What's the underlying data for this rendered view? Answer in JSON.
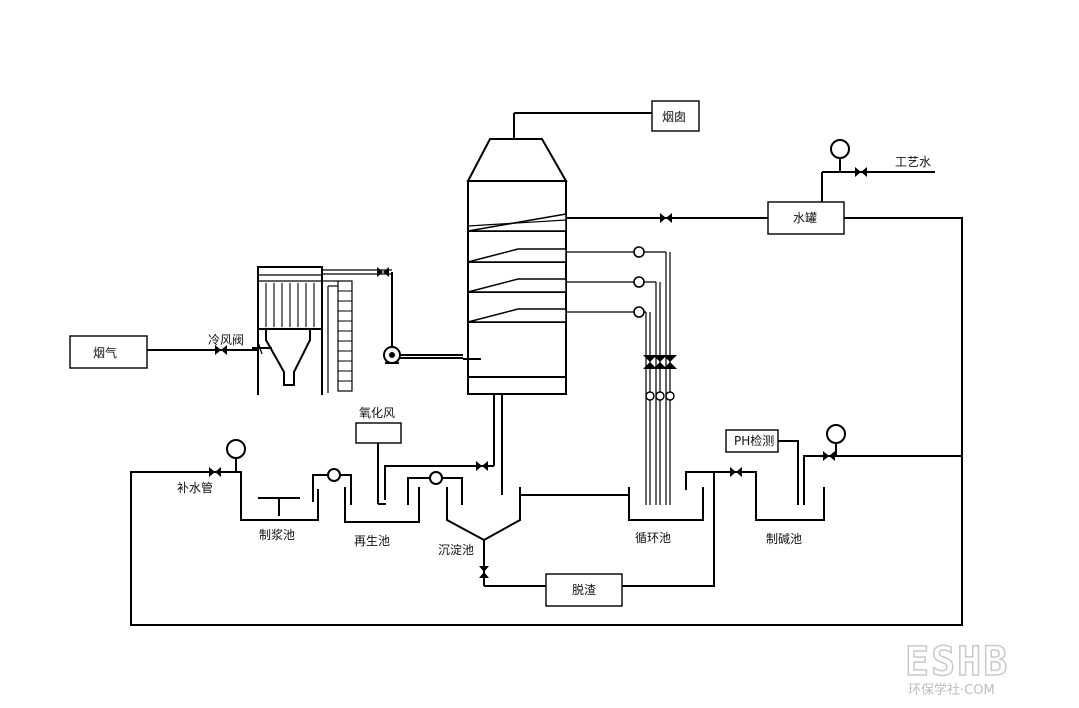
{
  "labels": {
    "flue_gas": "烟气",
    "cold_air_valve": "冷风阀",
    "chimney": "烟囱",
    "process_water": "工艺水",
    "water_tank": "水罐",
    "oxidation_air": "氧化风",
    "makeup_pipe": "补水管",
    "slurry_tank": "制浆池",
    "regen_tank": "再生池",
    "settling_tank": "沉淀池",
    "circ_tank": "循环池",
    "alkali_tank": "制碱池",
    "ph_check": "PH检测",
    "desludge": "脱渣"
  },
  "watermark": {
    "logo": "ESHB",
    "text": "环保学社·COM"
  }
}
